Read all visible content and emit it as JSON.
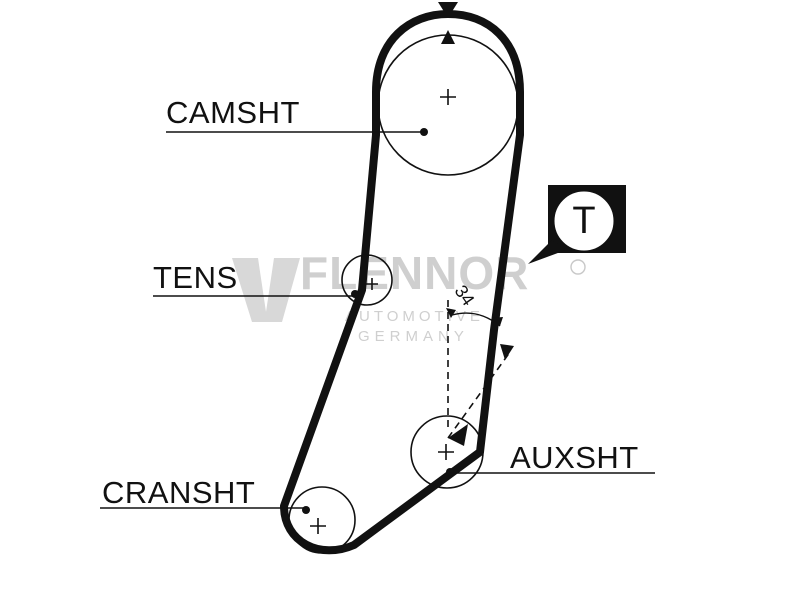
{
  "diagram": {
    "labels": {
      "camshaft": "CAMSHT",
      "tensioner": "TENS",
      "crankshaft": "CRANSHT",
      "auxshaft": "AUXSHT"
    },
    "tension_badge": "T",
    "adjust_angle": "34",
    "watermark": {
      "name": "FLENNOR",
      "line1": "AUTOMOTIVE",
      "line2": "GERMANY",
      "registered": "®"
    }
  },
  "colors": {
    "ink": "#111111",
    "watermark": "#cfcfcf",
    "background": "#ffffff"
  }
}
